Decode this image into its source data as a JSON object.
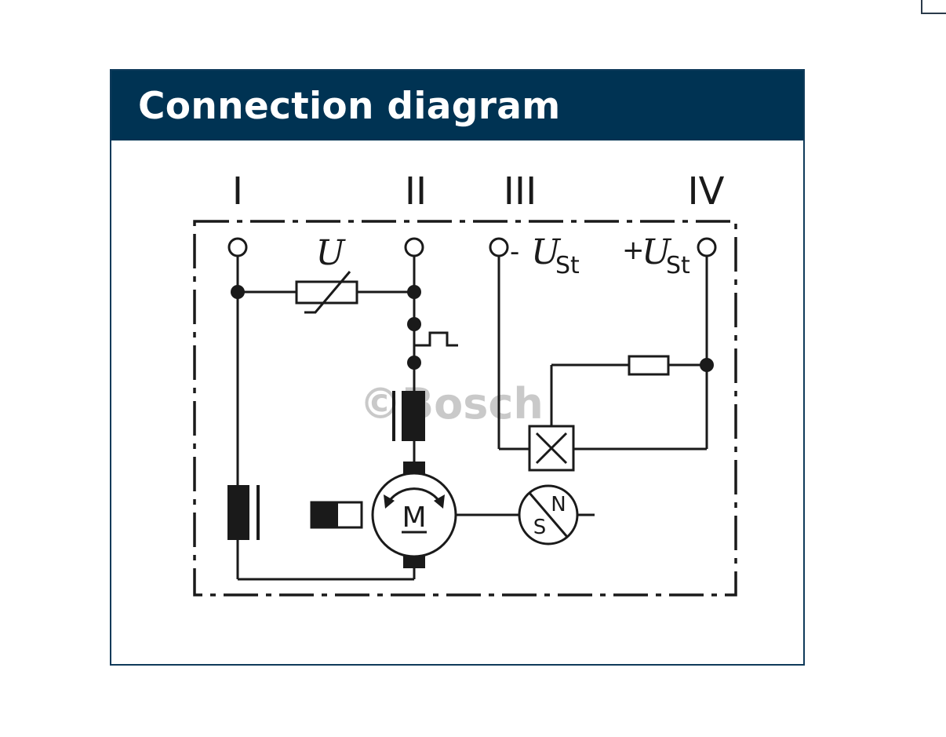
{
  "header": {
    "title": "Connection diagram"
  },
  "diagram": {
    "terminals": [
      "I",
      "II",
      "III",
      "IV"
    ],
    "resistor_label": "U",
    "neg_control": {
      "sign": "-",
      "symbol": "U",
      "subscript": "St"
    },
    "pos_control": {
      "sign": "+",
      "symbol": "U",
      "subscript": "St"
    },
    "motor_label": "M",
    "magnet_north": "N",
    "magnet_south": "S",
    "watermark": "©Bosch"
  },
  "colors": {
    "header_bg": "#003353",
    "card_border": "#0f3a5a",
    "line": "#1a1a1a"
  }
}
